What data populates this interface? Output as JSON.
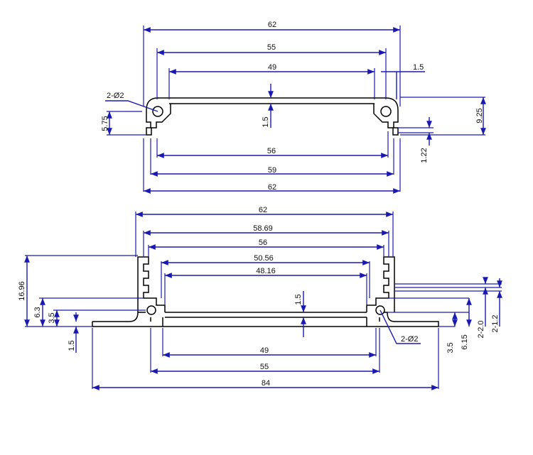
{
  "top_view": {
    "overall_width_top": "62",
    "inner_width_55": "55",
    "inner_width_49": "49",
    "edge_offset": "1.5",
    "hole_callout": "2-Ø2",
    "side_height": "5.75",
    "wall_thickness": "1.5",
    "total_height": "9.25",
    "width_56": "56",
    "slot_height": "1.22",
    "width_59": "59",
    "overall_width_bottom": "62"
  },
  "bottom_view": {
    "overall_width": "62",
    "width_5869": "58.69",
    "width_56": "56",
    "width_5056": "50.56",
    "width_4816": "48.16",
    "total_height": "16.96",
    "height_63": "6.3",
    "height_35_left": "3.5",
    "wall_thickness": "1.5",
    "base_thickness": "1.5",
    "width_49": "49",
    "width_55": "55",
    "base_width": "84",
    "hole_callout": "2-Ø2",
    "height_35_right": "3.5",
    "height_615": "6.15",
    "fin_20": "2-2.0",
    "fin_12": "2-1.2"
  },
  "colors": {
    "dimension": "#1a1ab0",
    "outline": "#000000"
  }
}
